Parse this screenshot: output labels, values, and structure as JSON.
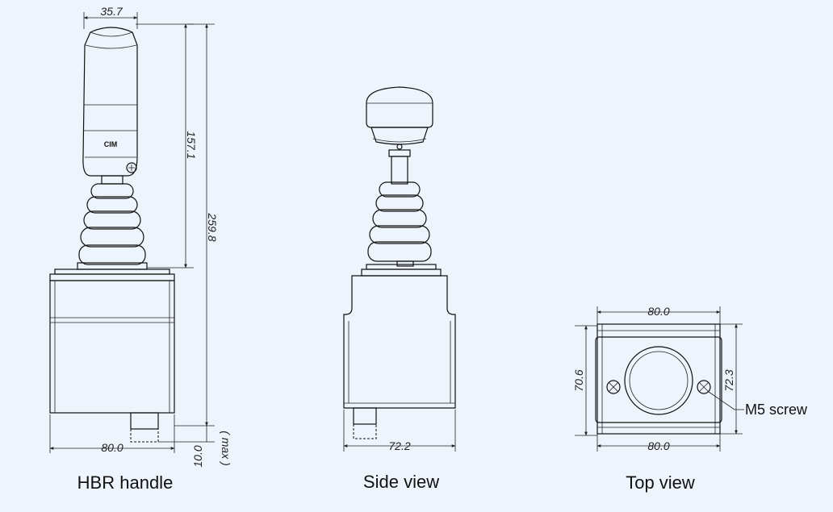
{
  "captions": {
    "hbr_handle": "HBR handle",
    "side_view": "Side view",
    "top_view": "Top view"
  },
  "front_view": {
    "dim_top_width": "35.7",
    "dim_grip_height": "157.1",
    "dim_total_height": "259.8",
    "dim_base_width": "80.0",
    "dim_shaft": "10.0",
    "dim_shaft_note": "( max )",
    "logo_text": "CIM"
  },
  "side_view": {
    "dim_base_width": "72.2"
  },
  "top_view": {
    "dim_top_width": "80.0",
    "dim_bottom_width": "80.0",
    "dim_left_height": "70.6",
    "dim_right_height": "72.3",
    "screw_label": "M5 screw"
  },
  "colors": {
    "background": "#eef4fb",
    "line": "#111111"
  }
}
